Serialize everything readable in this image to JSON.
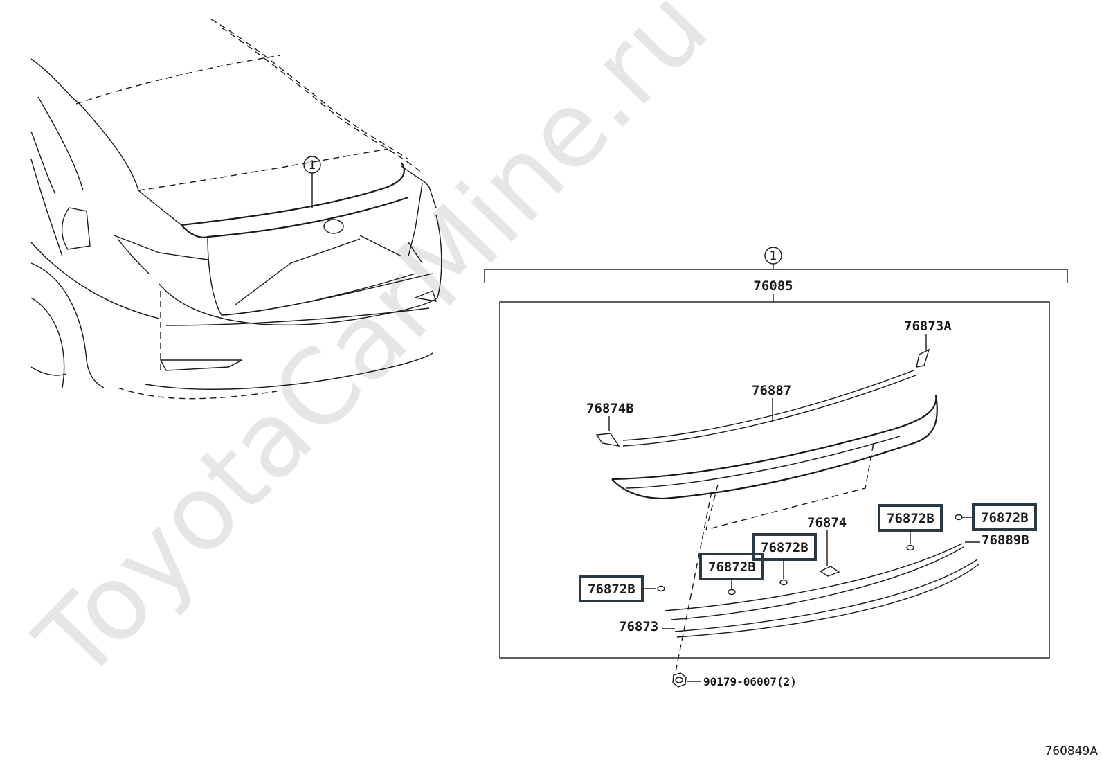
{
  "watermark": "ToyotaCarMine.ru",
  "diagram_code": "760849A",
  "callout_ref": "1",
  "assembly_part": "76085",
  "parts": {
    "p76873A": "76873A",
    "p76887": "76887",
    "p76874B": "76874B",
    "p76874": "76874",
    "p76889B": "76889B",
    "p76873": "76873",
    "bolt": "90179-06007(2)"
  },
  "highlighted_parts": [
    "76872B",
    "76872B",
    "76872B",
    "76872B",
    "76872B"
  ]
}
